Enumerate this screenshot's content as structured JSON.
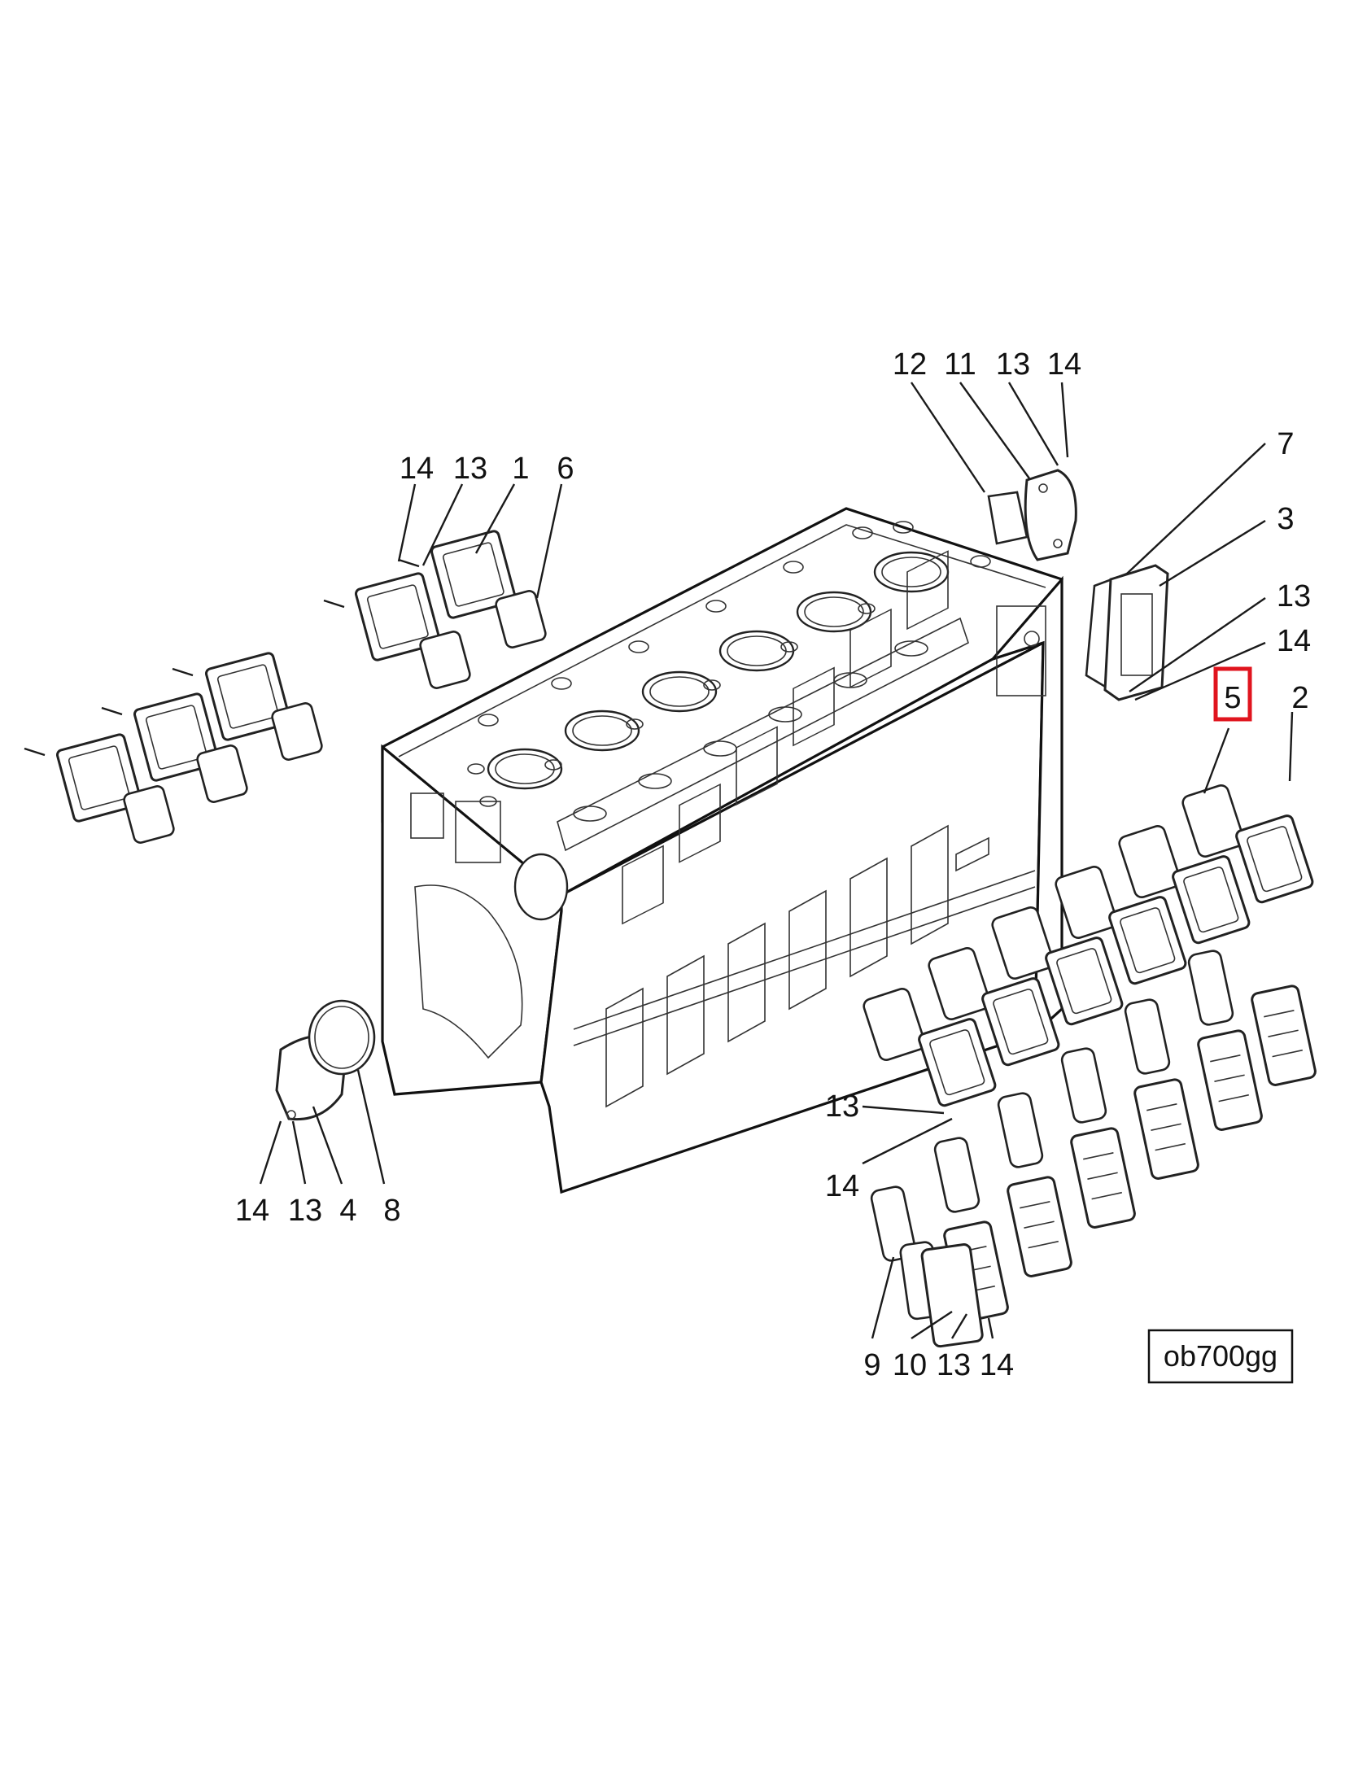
{
  "diagram": {
    "reference_code": "ob700gg",
    "highlight_color": "#e0141e",
    "highlighted_label": "5",
    "callouts": {
      "top_cover": [
        "12",
        "11",
        "13",
        "14"
      ],
      "left_cover": [
        "14",
        "13",
        "1",
        "6"
      ],
      "right_upper": [
        "7",
        "3",
        "13",
        "14"
      ],
      "right_side": [
        "5",
        "2"
      ],
      "front": [
        "14",
        "13",
        "4",
        "8"
      ],
      "lower_mid": [
        "13",
        "14"
      ],
      "bottom": [
        "9",
        "10",
        "13",
        "14"
      ]
    }
  }
}
